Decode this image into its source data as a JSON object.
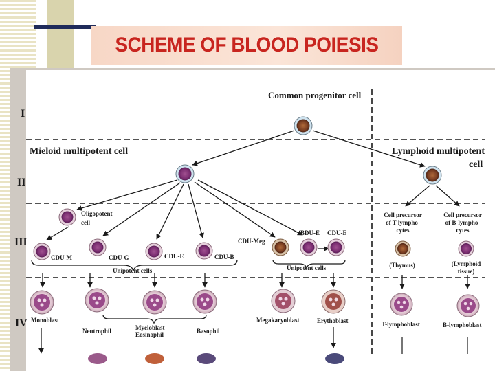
{
  "slide": {
    "title": "SCHEME OF BLOOD POIESIS"
  },
  "diagram": {
    "stage_labels": [
      "I",
      "II",
      "III",
      "IV"
    ],
    "headers": {
      "common": "Common progenitor cell",
      "mieloid": "Mieloid multipotent cell",
      "lymphoid_line1": "Lymphoid multipotent",
      "lymphoid_line2": "cell"
    },
    "labels": {
      "oligo_line1": "Oligopotent",
      "oligo_line2": "cell",
      "cdu_m": "CDU-M",
      "cdu_g": "CDU-G",
      "cdu_e1": "CDU-E",
      "cdu_b": "CDU-B",
      "cdu_meg": "CDU-Meg",
      "bdu_e": "BDU-E",
      "cdu_e2": "CDU-E",
      "unipotent1": "Unipotent cells",
      "unipotent2": "Unipotent cells",
      "t_pre_1": "Cell precursor",
      "t_pre_2": "of T-lympho-",
      "t_pre_3": "cytes",
      "b_pre_1": "Cell precursor",
      "b_pre_2": "of B-lympho-",
      "b_pre_3": "cytes",
      "thymus": "(Thymus)",
      "lymphoid_tissue_1": "(Lymphoid",
      "lymphoid_tissue_2": "tissue)",
      "monoblast": "Monoblast",
      "neutrophil": "Neutrophil",
      "myeloblast": "Myeloblast",
      "eosinophil": "Eosinophil",
      "basophil": "Basophil",
      "megakaryoblast": "Megakaryoblast",
      "erythoblast": "Erythoblast",
      "t_lymphoblast": "T-lymphoblast",
      "b_lymphoblast": "B-lymphoblast"
    }
  },
  "colors": {
    "title_red": "#c8251f",
    "cell_purple": "#7d2f73",
    "cell_brown": "#8a4a2a",
    "dashed": "#1a1a1a"
  }
}
